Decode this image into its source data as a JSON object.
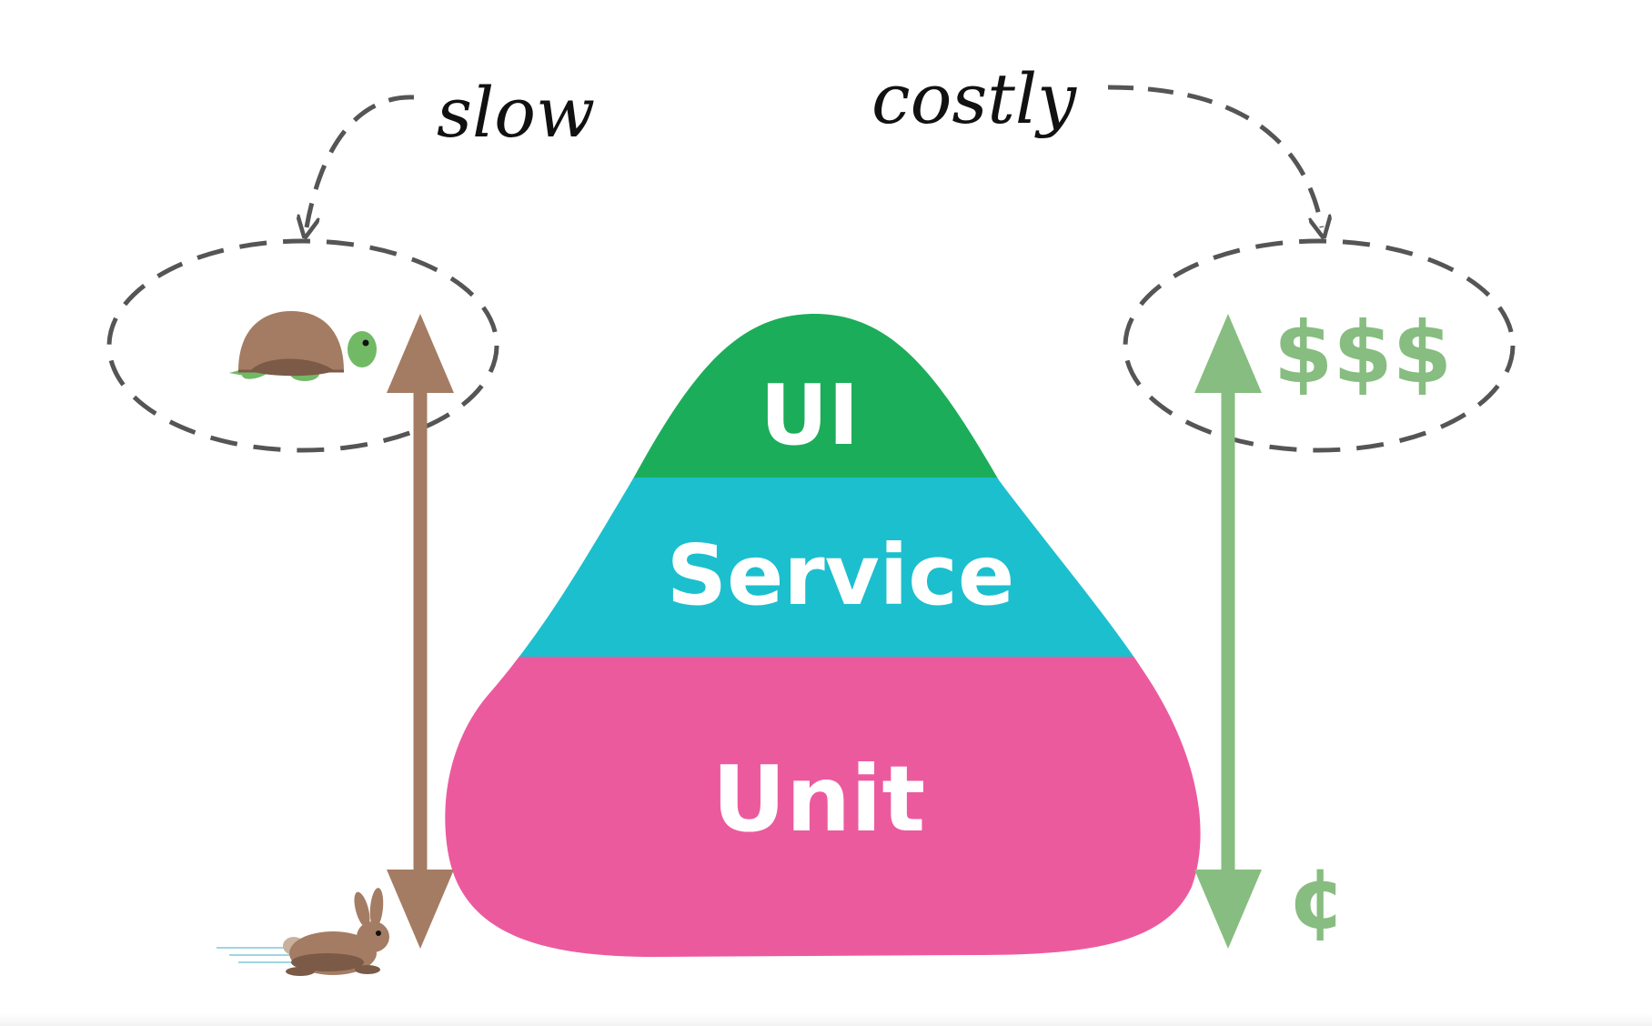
{
  "labels": {
    "slow": "slow",
    "costly": "costly",
    "expensive_symbol": "$$$",
    "cheap_symbol": "¢"
  },
  "pyramid": {
    "top": "UI",
    "middle": "Service",
    "bottom": "Unit"
  },
  "colors": {
    "ui_layer": "#1cad5a",
    "service_layer": "#1cbfce",
    "unit_layer": "#ec5a9e",
    "speed_arrow": "#a47c63",
    "cost_arrow": "#87bd80",
    "dashed_line": "#555555"
  },
  "icons": {
    "slow_end": "turtle-icon",
    "fast_end": "rabbit-icon"
  }
}
